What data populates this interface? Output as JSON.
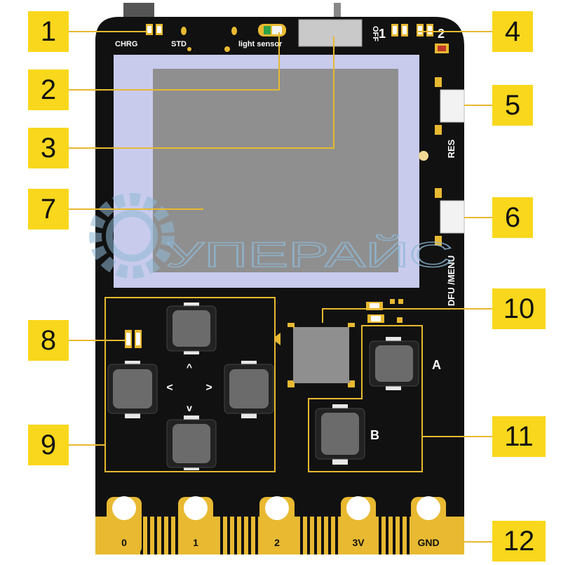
{
  "board": {
    "labels": {
      "chrg": "CHRG",
      "std": "STD",
      "light_sensor": "light sensor",
      "off": "OFF",
      "led1": "1",
      "led2": "2",
      "res": "RES",
      "dfu_menu": "DFU /MENU",
      "btn_a": "A",
      "btn_b": "B",
      "up": "^",
      "left": "<",
      "right": ">",
      "down": "v"
    },
    "pins": [
      "0",
      "1",
      "2",
      "3V",
      "GND"
    ],
    "watermark": "УПЕРАЙС"
  },
  "callouts": [
    "1",
    "2",
    "3",
    "4",
    "5",
    "6",
    "7",
    "8",
    "9",
    "10",
    "11",
    "12"
  ],
  "colors": {
    "board": "#111111",
    "gold": "#e8b931",
    "callout_bg": "#f9d71c",
    "screen_frame": "#c8cbec",
    "screen": "#8f8f8f",
    "button": "#6b6b6b",
    "watermark": "#8fb9d6"
  }
}
